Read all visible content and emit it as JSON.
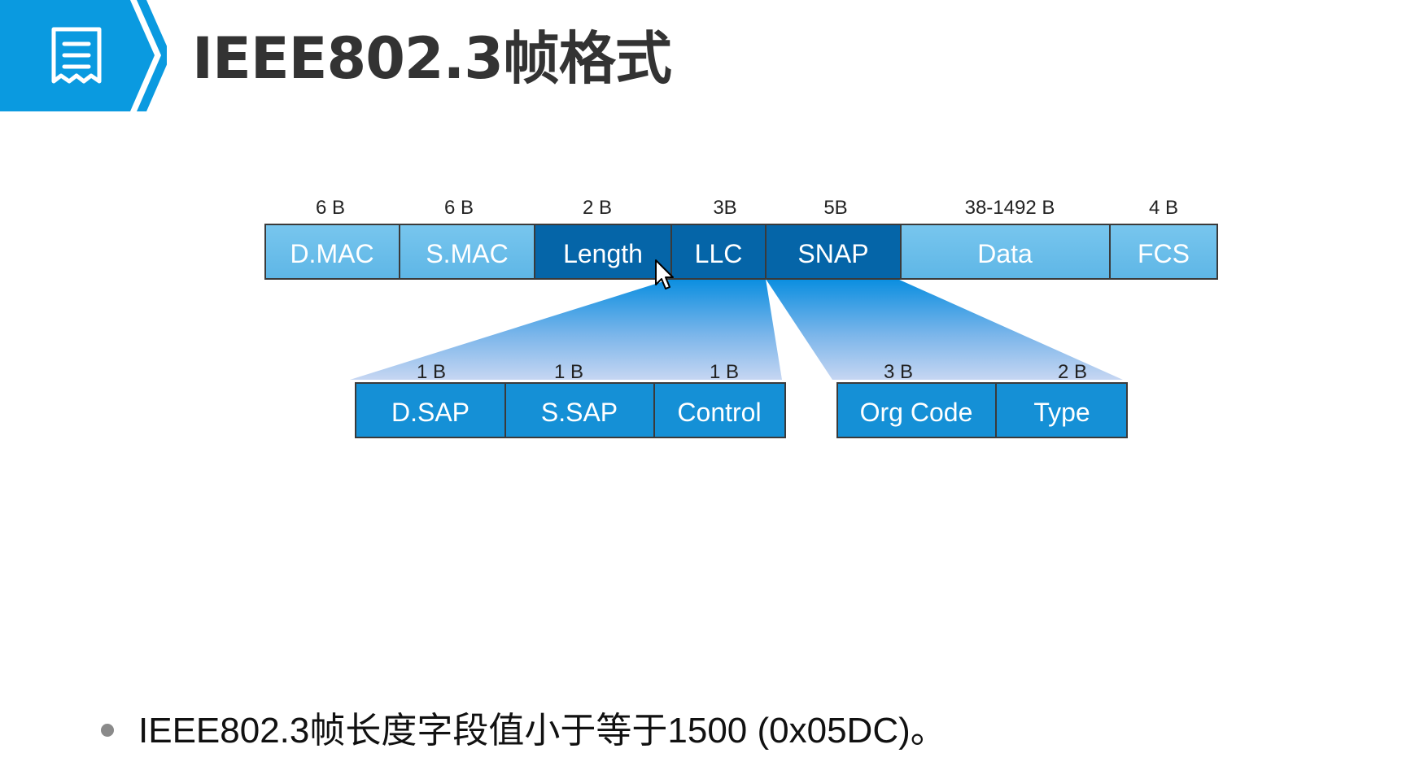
{
  "title": "IEEE802.3帧格式",
  "header_icon": "document-list-icon",
  "colors": {
    "accent": "#0a9ae0",
    "light_field": "#6cc0ea",
    "dark_field": "#0565a8",
    "sub_field": "#1590d6"
  },
  "frame": {
    "fields": [
      {
        "label": "D.MAC",
        "size": "6 B",
        "style": "light"
      },
      {
        "label": "S.MAC",
        "size": "6 B",
        "style": "light"
      },
      {
        "label": "Length",
        "size": "2 B",
        "style": "dark"
      },
      {
        "label": "LLC",
        "size": "3B",
        "style": "dark"
      },
      {
        "label": "SNAP",
        "size": "5B",
        "style": "dark"
      },
      {
        "label": "Data",
        "size": "38-1492 B",
        "style": "light"
      },
      {
        "label": "FCS",
        "size": "4 B",
        "style": "light"
      }
    ]
  },
  "llc": {
    "fields": [
      {
        "label": "D.SAP",
        "size": "1 B"
      },
      {
        "label": "S.SAP",
        "size": "1 B"
      },
      {
        "label": "Control",
        "size": "1 B"
      }
    ]
  },
  "snap": {
    "fields": [
      {
        "label": "Org Code",
        "size": "3 B"
      },
      {
        "label": "Type",
        "size": "2 B"
      }
    ]
  },
  "bullet": "IEEE802.3帧长度字段值小于等于1500 (0x05DC)。",
  "cursor_icon": "mouse-pointer-icon"
}
